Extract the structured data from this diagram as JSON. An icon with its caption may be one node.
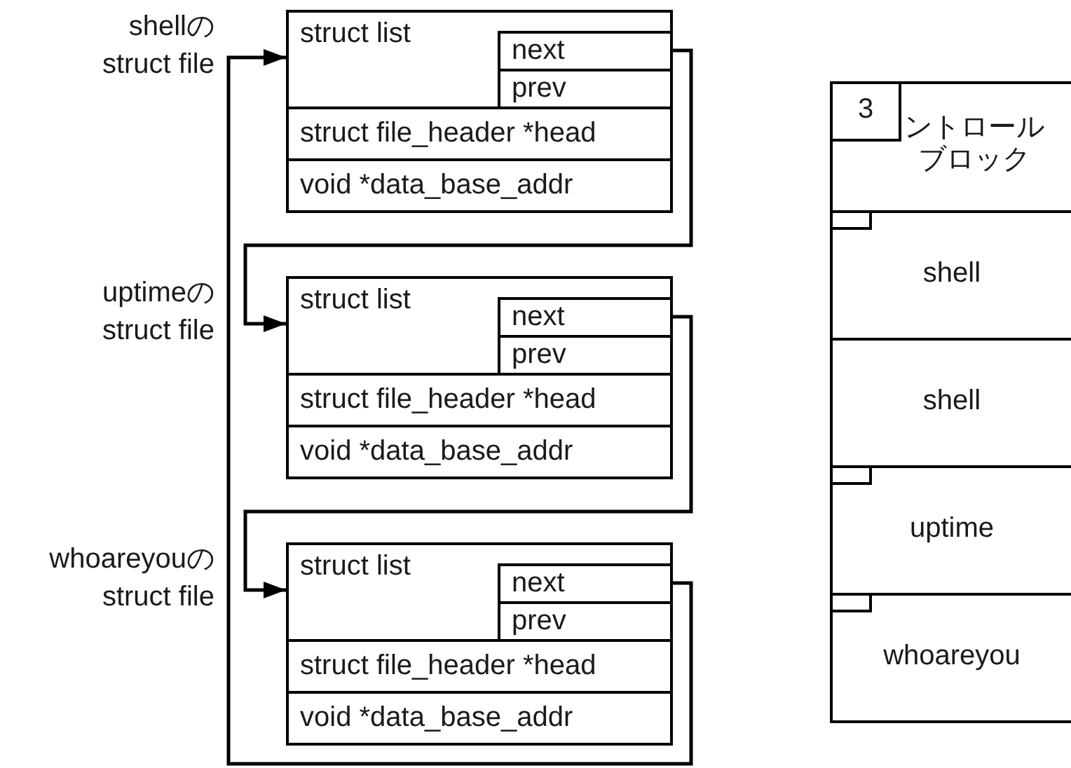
{
  "diagram": {
    "nodes": [
      {
        "text": [],
        "shape": "box",
        "beside": [
          "shellの struct file"
        ]
      },
      {
        "text": [
          "struct list"
        ],
        "in": 0
      },
      {
        "text": [
          "next"
        ],
        "in": 1
      },
      {
        "text": [
          "prev"
        ],
        "in": 1
      },
      {
        "text": [
          "struct file_header *head"
        ],
        "in": 0
      },
      {
        "text": [
          "void *data_base_addr"
        ],
        "in": 0
      },
      {
        "text": [],
        "shape": "box",
        "beside": [
          "uptimeの struct file"
        ]
      },
      {
        "text": [
          "struct list"
        ],
        "in": 6
      },
      {
        "text": [
          "next"
        ],
        "in": 7
      },
      {
        "text": [
          "prev"
        ],
        "in": 7
      },
      {
        "text": [
          "struct file_header *head"
        ],
        "in": 6
      },
      {
        "text": [
          "void *data_base_addr"
        ],
        "in": 6
      },
      {
        "text": [],
        "shape": "box",
        "beside": [
          "whoareyouの struct file"
        ]
      },
      {
        "text": [
          "struct list"
        ],
        "in": 12
      },
      {
        "text": [
          "next"
        ],
        "in": 13
      },
      {
        "text": [
          "prev"
        ],
        "in": 13
      },
      {
        "text": [
          "struct file_header *head"
        ],
        "in": 12
      },
      {
        "text": [
          "void *data_base_addr"
        ],
        "in": 12
      },
      {
        "text": [
          "ントロールブロック"
        ]
      },
      {
        "text": [
          "3"
        ],
        "in": 18
      },
      {
        "text": [
          "shell"
        ]
      },
      {
        "text": [],
        "shape": "box",
        "in": 20
      },
      {
        "text": [
          "shell"
        ]
      },
      {
        "text": [
          "uptime"
        ]
      },
      {
        "text": [],
        "shape": "box",
        "in": 23
      },
      {
        "text": [
          "whoareyou"
        ]
      },
      {
        "text": [],
        "shape": "box",
        "in": 25
      }
    ],
    "edges": [
      {
        "from": 2,
        "to": 7,
        "arrow": "to"
      },
      {
        "from": 8,
        "to": 13,
        "arrow": "to"
      },
      {
        "from": 14,
        "to": 1,
        "arrow": "to"
      }
    ]
  }
}
